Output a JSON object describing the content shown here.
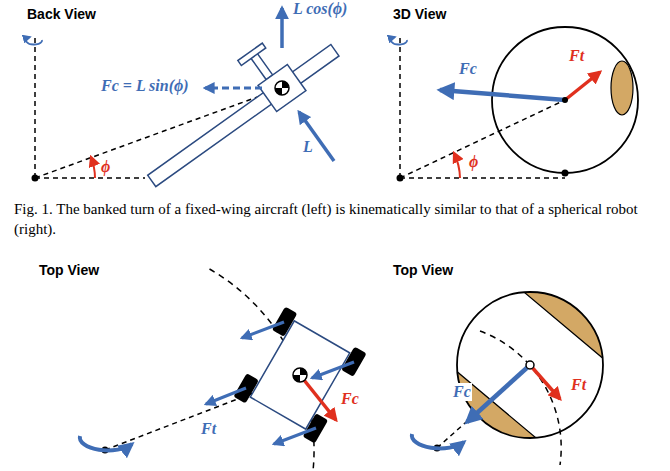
{
  "diagram": {
    "caption": "Fig. 1. The banked turn of a fixed-wing aircraft (left) is kinematically similar to that of a spherical robot (right).",
    "labels": [
      "Back View",
      "L cos(ϕ)",
      "3D View",
      "Fc = L sin(ϕ)",
      "Fc",
      "Ft",
      "L",
      "ϕ",
      "ϕ",
      "Top View",
      "Top View",
      "Fc",
      "Ft",
      "Fc",
      "Ft"
    ]
  }
}
